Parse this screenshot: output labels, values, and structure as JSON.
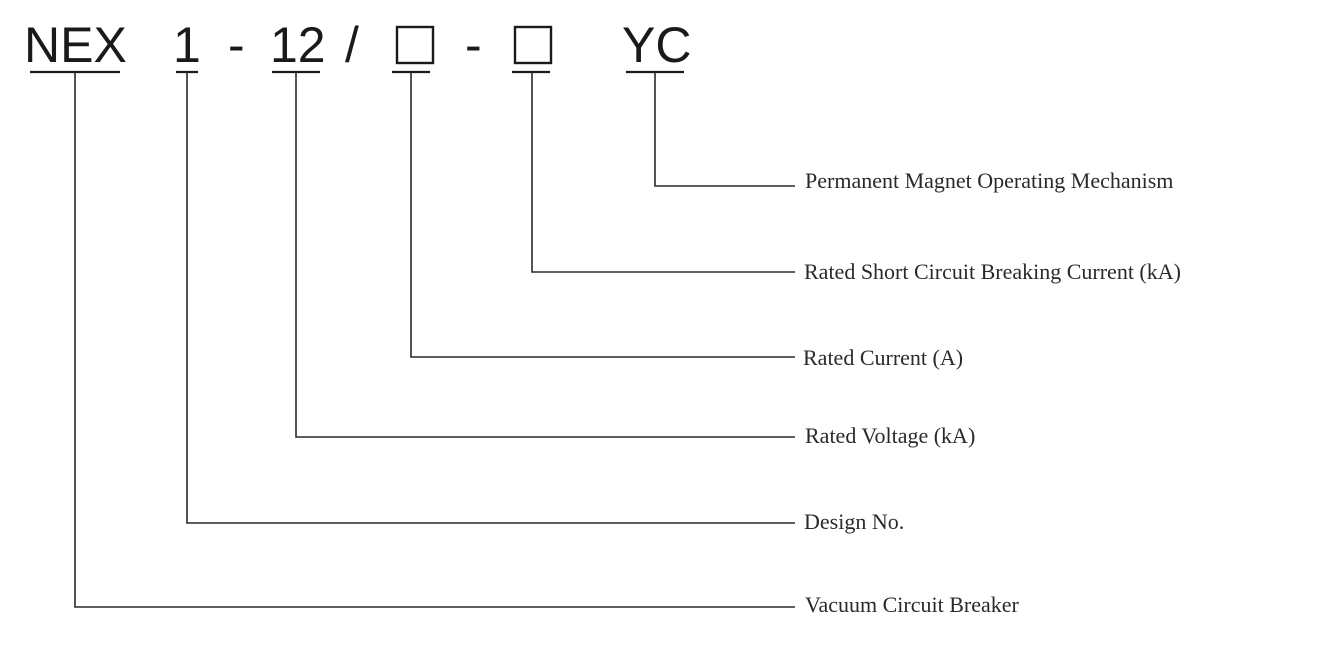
{
  "model_code": {
    "series": "NEX",
    "design_no": "1",
    "dash_1": "-",
    "voltage": "12",
    "slash": "/",
    "dash_2": "-",
    "mechanism": "YC"
  },
  "legend": {
    "permanent_magnet": "Permanent Magnet Operating Mechanism",
    "breaking_current": "Rated Short Circuit Breaking Current (kA)",
    "rated_current": "Rated Current (A)",
    "rated_voltage": "Rated Voltage (kA)",
    "design_no": "Design No.",
    "vacuum_breaker": "Vacuum Circuit Breaker"
  }
}
